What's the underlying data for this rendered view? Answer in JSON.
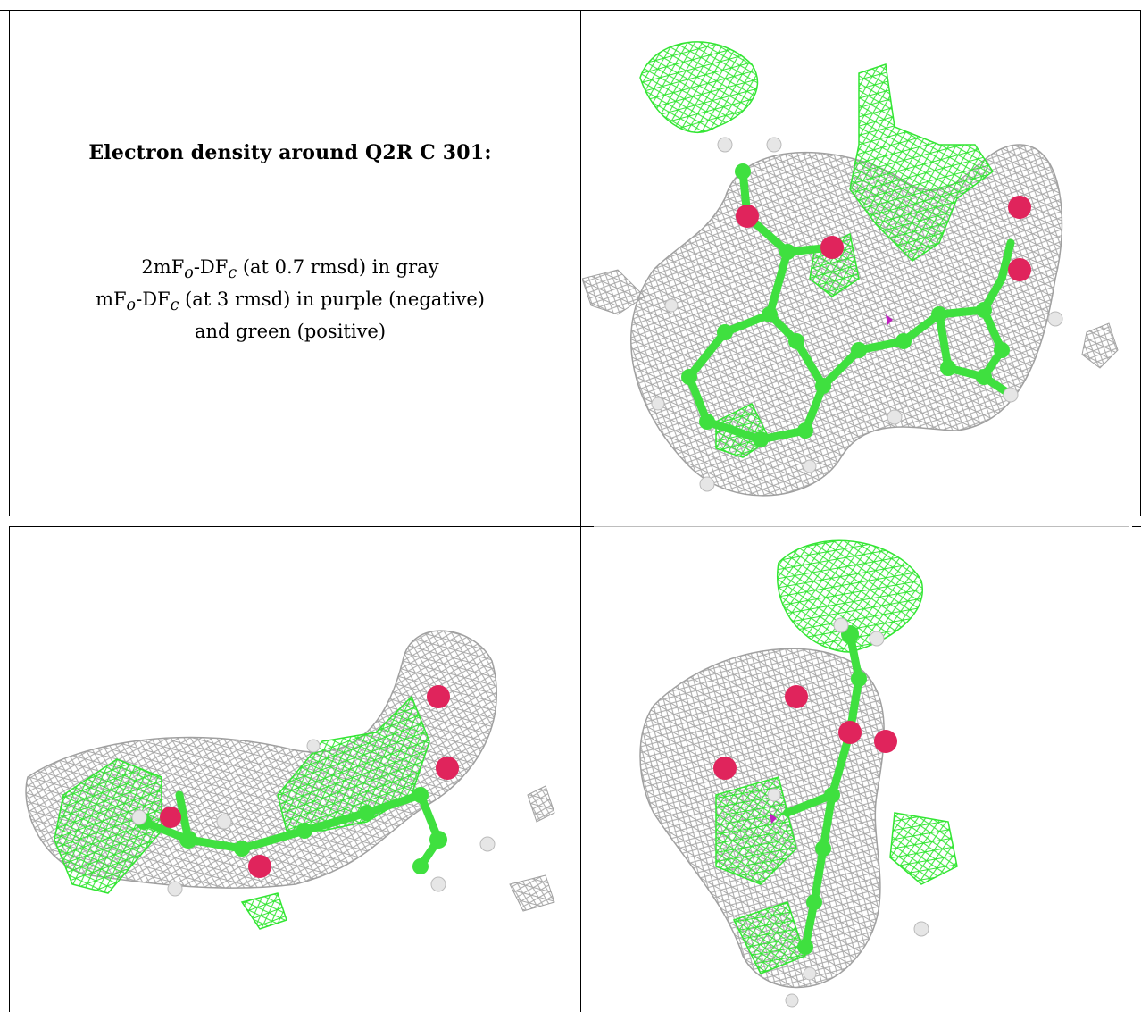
{
  "caption": {
    "title": "Electron density around Q2R C 301:",
    "line1_prefix": "2mF",
    "line1_sub_o": "o",
    "line1_mid": "-DF",
    "line1_sub_c": "c",
    "line1_suffix": " (at 0.7 rmsd) in gray",
    "line2_prefix": "mF",
    "line2_sub_o": "o",
    "line2_mid": "-DF",
    "line2_sub_c": "c",
    "line2_suffix": " (at 3 rmsd) in purple (negative)",
    "line3": "and green (positive)"
  },
  "colors": {
    "gray_density": "#a8a8a8",
    "green_density": "#33e633",
    "negative_density": "#c020c0",
    "carbon": "#3fe03f",
    "oxygen": "#e0245c",
    "hydrogen": "#e6e6e6",
    "border": "#000000"
  },
  "panels": [
    {
      "name": "view-top-right",
      "content": "molecular electron density rendering"
    },
    {
      "name": "view-bottom-left",
      "content": "molecular electron density rendering"
    },
    {
      "name": "view-bottom-right",
      "content": "molecular electron density rendering"
    }
  ]
}
